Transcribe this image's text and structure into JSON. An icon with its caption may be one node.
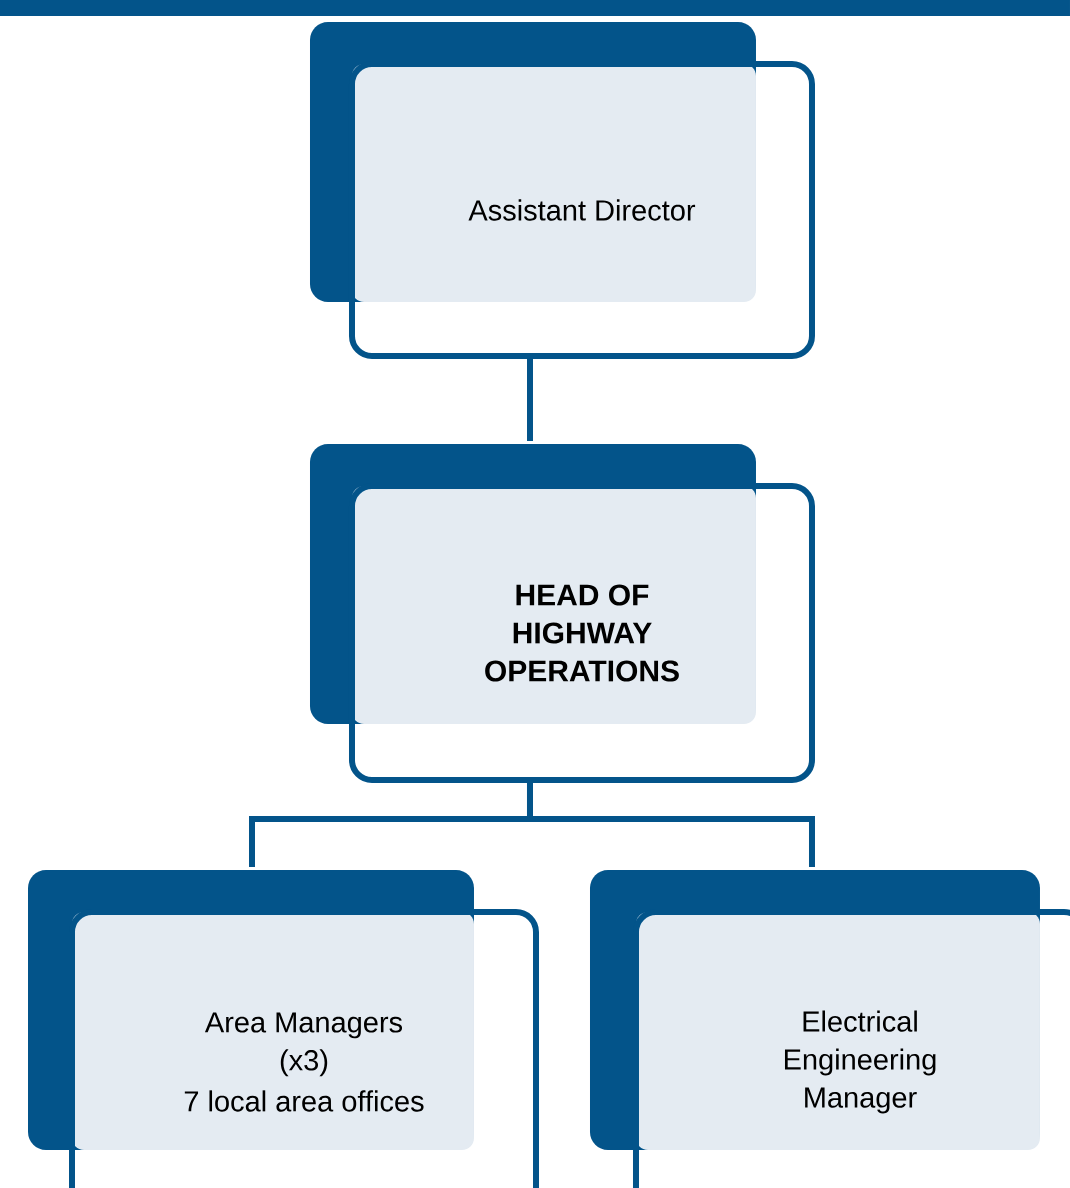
{
  "diagram": {
    "nodes": [
      {
        "text": [
          "Assistant Director"
        ]
      },
      {
        "text": [
          "HEAD OF HIGHWAY OPERATIONS"
        ]
      },
      {
        "text": [
          "Area Managers (x3)",
          "7 local area offices"
        ]
      },
      {
        "text": [
          "Electrical Engineering Manager"
        ]
      }
    ],
    "edges": [
      {
        "from": 0,
        "to": 1,
        "arrow": "none"
      },
      {
        "from": 1,
        "to": 2,
        "arrow": "none"
      },
      {
        "from": 1,
        "to": 3,
        "arrow": "none"
      }
    ]
  }
}
